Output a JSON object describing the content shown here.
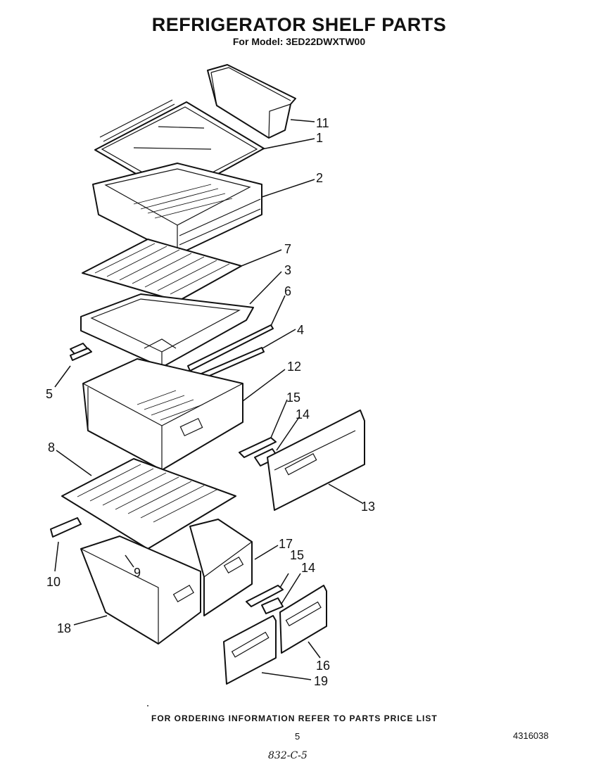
{
  "header": {
    "title": "REFRIGERATOR SHELF PARTS",
    "subtitle": "For Model: 3ED22DWXTW00"
  },
  "callouts": {
    "c1": "1",
    "c2": "2",
    "c3": "3",
    "c4": "4",
    "c5": "5",
    "c6": "6",
    "c7": "7",
    "c8": "8",
    "c9": "9",
    "c10": "10",
    "c11": "11",
    "c12": "12",
    "c13": "13",
    "c14a": "14",
    "c14b": "14",
    "c15a": "15",
    "c15b": "15",
    "c16": "16",
    "c17": "17",
    "c18": "18",
    "c19": "19"
  },
  "footer": {
    "ordering_note": "FOR ORDERING INFORMATION REFER TO PARTS PRICE LIST",
    "page_number": "5",
    "document_number": "4316038",
    "handwritten_note": "832-C-5"
  }
}
